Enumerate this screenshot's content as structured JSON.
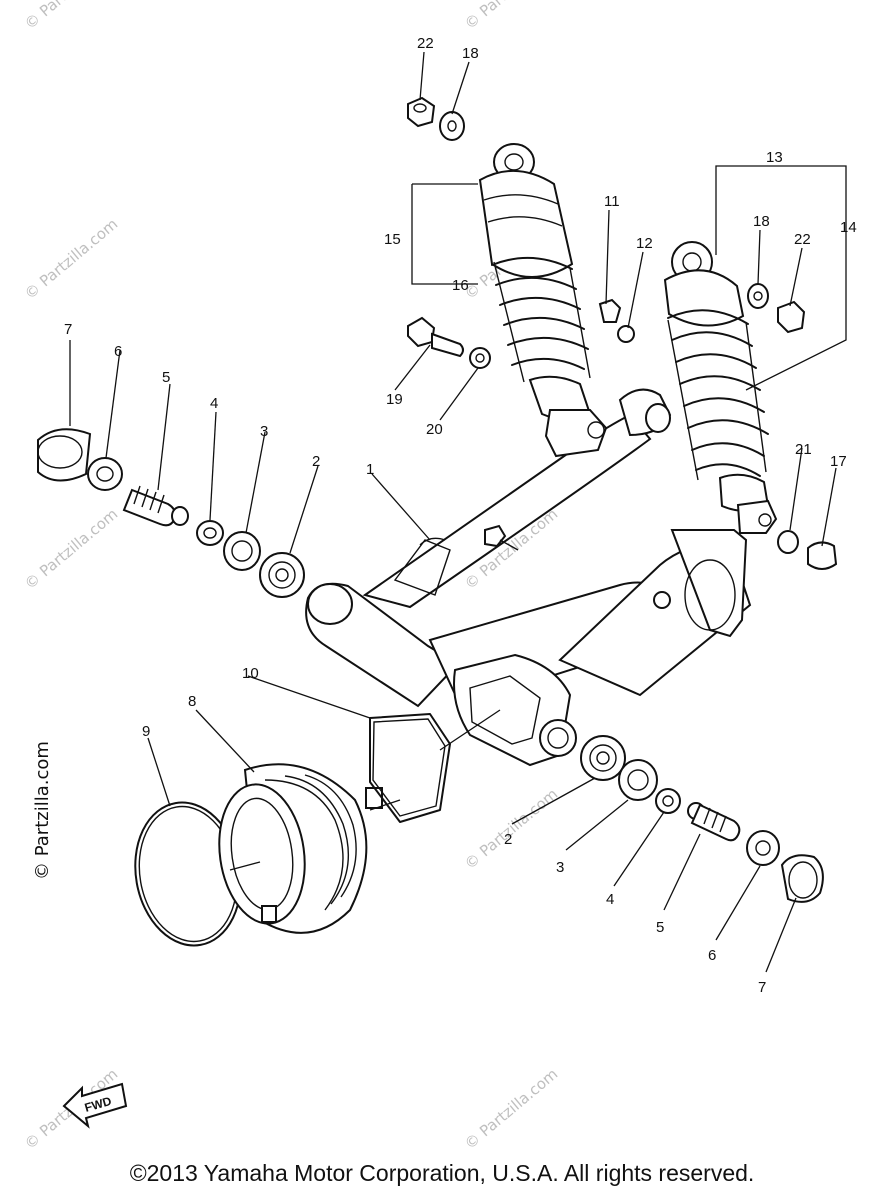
{
  "diagram": {
    "callouts": [
      "1",
      "2",
      "3",
      "4",
      "5",
      "6",
      "7",
      "8",
      "9",
      "10",
      "11",
      "12",
      "13",
      "14",
      "15",
      "16",
      "17",
      "18",
      "19",
      "20",
      "21",
      "22"
    ],
    "fwd_label": "FWD",
    "watermark": "© Partzilla.com"
  },
  "footer": {
    "copyright": "©2013 Yamaha Motor Corporation, U.S.A. All rights reserved."
  }
}
